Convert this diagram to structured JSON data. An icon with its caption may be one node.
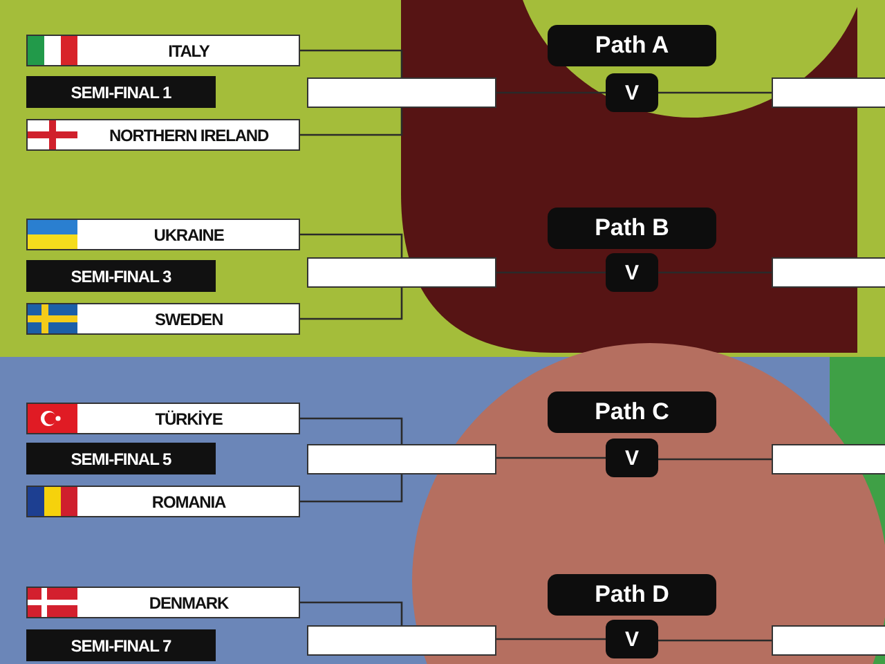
{
  "diagram": {
    "nodes": [
      {
        "text": [
          "ITALY"
        ]
      },
      {
        "text": [
          "Path A"
        ]
      },
      {
        "text": [
          "SEMI-FINAL 1"
        ]
      },
      {
        "text": [],
        "shape": "box"
      },
      {
        "text": [
          "V"
        ]
      },
      {
        "text": [],
        "shape": "box"
      },
      {
        "text": [
          "NORTHERN IRELAND"
        ]
      },
      {
        "text": [
          "UKRAINE"
        ]
      },
      {
        "text": [
          "Path B"
        ]
      },
      {
        "text": [
          "SEMI-FINAL 3"
        ]
      },
      {
        "text": [],
        "shape": "box"
      },
      {
        "text": [
          "V"
        ]
      },
      {
        "text": [],
        "shape": "box"
      },
      {
        "text": [
          "SWEDEN"
        ]
      },
      {
        "text": [
          "TÜRKİYE"
        ]
      },
      {
        "text": [
          "Path C"
        ]
      },
      {
        "text": [
          "SEMI-FINAL 5"
        ]
      },
      {
        "text": [],
        "shape": "box"
      },
      {
        "text": [
          "V"
        ]
      },
      {
        "text": [],
        "shape": "box"
      },
      {
        "text": [
          "ROMANIA"
        ]
      },
      {
        "text": [
          "DENMARK"
        ]
      },
      {
        "text": [
          "Path D"
        ]
      },
      {
        "text": [
          "SEMI-FINAL 7"
        ]
      },
      {
        "text": [],
        "shape": "box"
      },
      {
        "text": [
          "V"
        ]
      },
      {
        "text": [],
        "shape": "box"
      }
    ],
    "edges": [
      {
        "from": 0,
        "to": 3,
        "arrow": "none"
      },
      {
        "from": 6,
        "to": 3,
        "arrow": "none"
      },
      {
        "from": 3,
        "to": 4,
        "arrow": "none"
      },
      {
        "from": 4,
        "to": 5,
        "arrow": "none"
      },
      {
        "from": 7,
        "to": 10,
        "arrow": "none"
      },
      {
        "from": 13,
        "to": 10,
        "arrow": "none"
      },
      {
        "from": 10,
        "to": 11,
        "arrow": "none"
      },
      {
        "from": 11,
        "to": 12,
        "arrow": "none"
      },
      {
        "from": 14,
        "to": 17,
        "arrow": "none"
      },
      {
        "from": 20,
        "to": 17,
        "arrow": "none"
      },
      {
        "from": 17,
        "to": 18,
        "arrow": "none"
      },
      {
        "from": 18,
        "to": 19,
        "arrow": "none"
      },
      {
        "from": 21,
        "to": 24,
        "arrow": "none"
      },
      {
        "from": 24,
        "to": 25,
        "arrow": "none"
      },
      {
        "from": 25,
        "to": 26,
        "arrow": "none"
      }
    ]
  }
}
